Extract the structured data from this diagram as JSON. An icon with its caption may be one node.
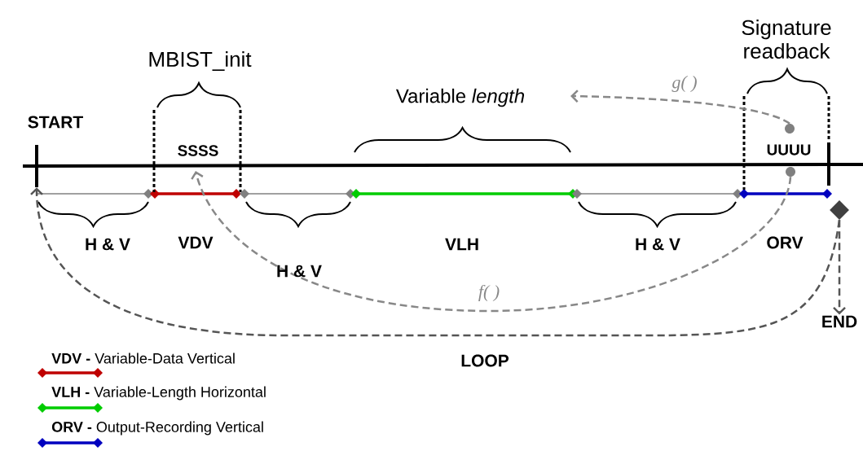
{
  "diagram": {
    "nodes": [
      {
        "text": [
          "START"
        ]
      },
      {
        "text": [],
        "shape": "bar"
      },
      {
        "text": [],
        "shape": "circle"
      },
      {
        "text": [],
        "shape": "circle"
      },
      {
        "text": [],
        "shape": "diamond"
      },
      {
        "text": [
          "END"
        ]
      }
    ],
    "edges": [
      {
        "from": 4,
        "to": 1,
        "arrow": "to",
        "style": "dashed",
        "label": "LOOP"
      },
      {
        "from": 3,
        "to": null,
        "arrow": "to",
        "style": "dashed",
        "color": "#888888",
        "label": "f( )"
      },
      {
        "from": 2,
        "to": null,
        "arrow": "to",
        "style": "dashed",
        "color": "#888888",
        "label": "g( )"
      },
      {
        "from": 4,
        "to": 5,
        "arrow": "to",
        "style": "dashed"
      }
    ],
    "labels": [
      "Signature readback",
      "MBIST_init",
      "Variable *length*",
      "SSSS",
      "UUUU",
      "H & V",
      "VDV",
      "H & V",
      "VLH",
      "H & V",
      "ORV"
    ],
    "legend": [
      {
        "text": "**VDV -** Variable-Data Vertical"
      },
      {
        "text": "**VLH -** Variable-Length Horizontal"
      },
      {
        "text": "**ORV -** Output-Recording Vertical"
      }
    ]
  }
}
